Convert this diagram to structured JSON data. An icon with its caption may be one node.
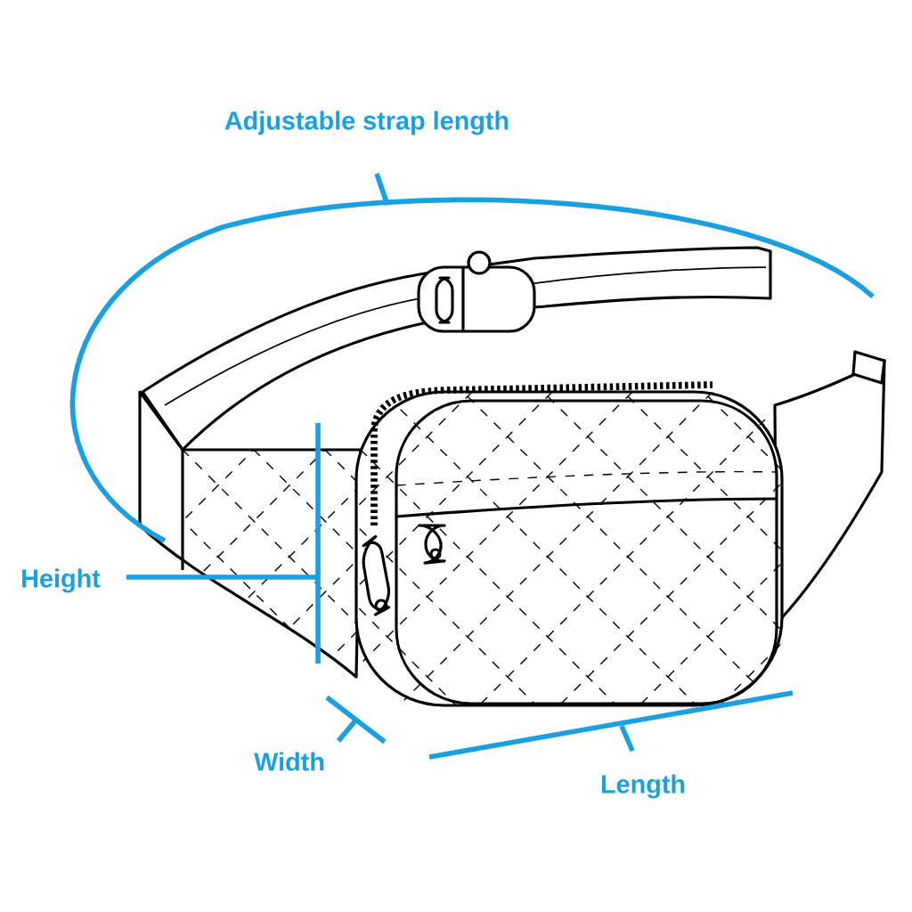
{
  "diagram": {
    "labels": [
      "Adjustable strap length",
      "Height",
      "Width",
      "Length"
    ]
  }
}
